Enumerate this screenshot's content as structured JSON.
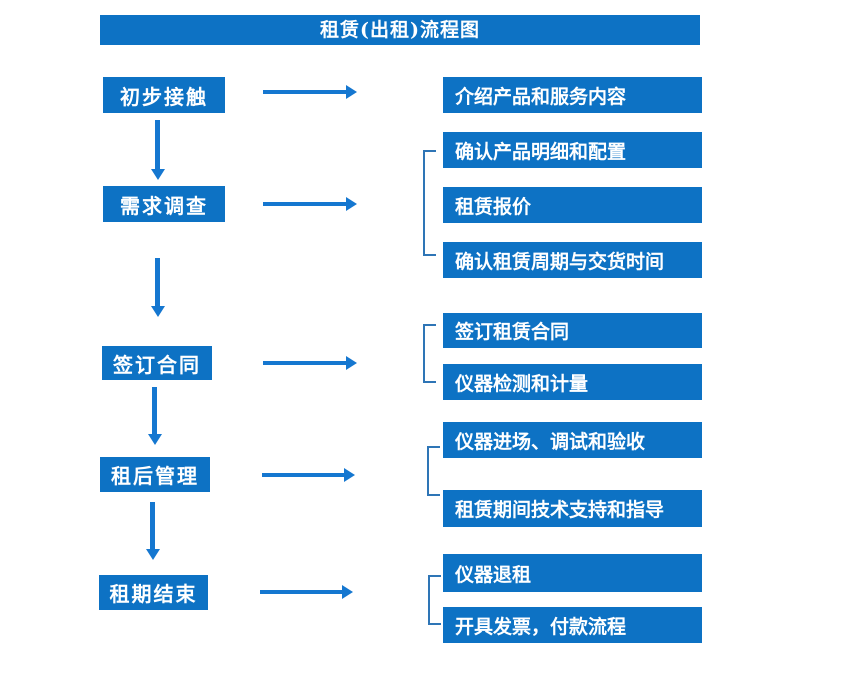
{
  "title": "租赁(出租)流程图",
  "colors": {
    "box_fill": "#0d72c4",
    "arrow_blue": "#1577d0",
    "bracket_blue": "#2e75b6",
    "text_white": "#ffffff",
    "background": "#ffffff"
  },
  "flow": {
    "stages": [
      {
        "label": "初步接触",
        "outputs": [
          "介绍产品和服务内容"
        ]
      },
      {
        "label": "需求调查",
        "outputs": [
          "确认产品明细和配置",
          "租赁报价",
          "确认租赁周期与交货时间"
        ]
      },
      {
        "label": "签订合同",
        "outputs": [
          "签订租赁合同",
          "仪器检测和计量"
        ]
      },
      {
        "label": "租后管理",
        "outputs": [
          "仪器进场、调试和验收",
          "租赁期间技术支持和指导"
        ]
      },
      {
        "label": "租期结束",
        "outputs": [
          "仪器退租",
          "开具发票，付款流程"
        ]
      }
    ]
  }
}
